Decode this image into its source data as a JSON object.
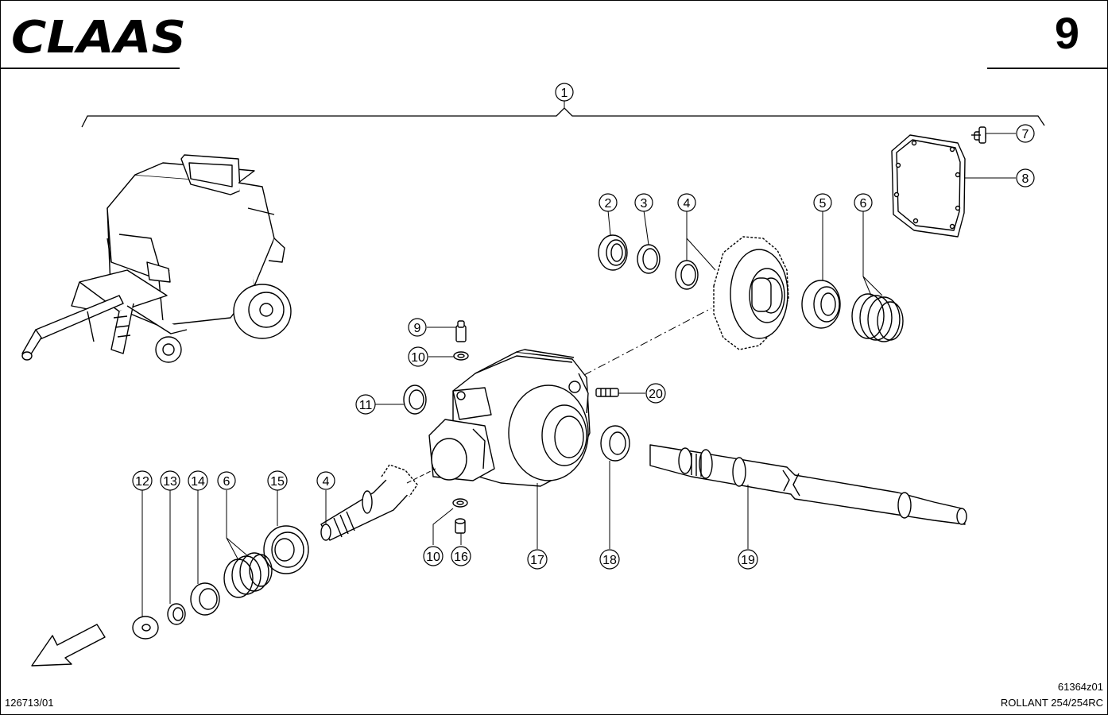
{
  "header": {
    "brand": "CLAAS",
    "page_number": "9"
  },
  "footer": {
    "document_number": "126713/01",
    "figure_number": "61364z01",
    "model": "ROLLANT 254/254RC"
  },
  "callouts": [
    {
      "id": "c1",
      "label": "1"
    },
    {
      "id": "c2",
      "label": "2"
    },
    {
      "id": "c3",
      "label": "3"
    },
    {
      "id": "c4a",
      "label": "4"
    },
    {
      "id": "c5",
      "label": "5"
    },
    {
      "id": "c6a",
      "label": "6"
    },
    {
      "id": "c7",
      "label": "7"
    },
    {
      "id": "c8",
      "label": "8"
    },
    {
      "id": "c9",
      "label": "9"
    },
    {
      "id": "c10a",
      "label": "10"
    },
    {
      "id": "c11",
      "label": "11"
    },
    {
      "id": "c20",
      "label": "20"
    },
    {
      "id": "c12",
      "label": "12"
    },
    {
      "id": "c13",
      "label": "13"
    },
    {
      "id": "c14",
      "label": "14"
    },
    {
      "id": "c6b",
      "label": "6"
    },
    {
      "id": "c15",
      "label": "15"
    },
    {
      "id": "c4b",
      "label": "4"
    },
    {
      "id": "c10b",
      "label": "10"
    },
    {
      "id": "c16",
      "label": "16"
    },
    {
      "id": "c17",
      "label": "17"
    },
    {
      "id": "c18",
      "label": "18"
    },
    {
      "id": "c19",
      "label": "19"
    }
  ]
}
